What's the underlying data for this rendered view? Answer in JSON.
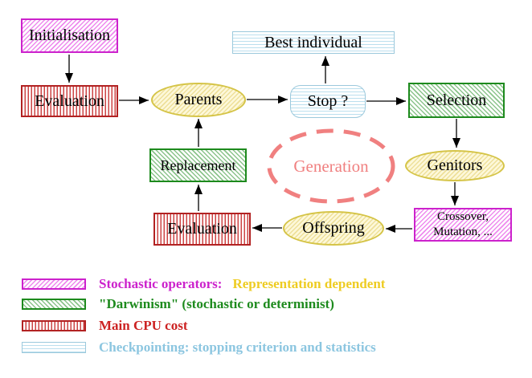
{
  "nodes": {
    "initialisation": {
      "label": "Initialisation"
    },
    "evaluation_top": {
      "label": "Evaluation"
    },
    "best_individual": {
      "label": "Best individual"
    },
    "parents": {
      "label": "Parents"
    },
    "stop": {
      "label": "Stop ?"
    },
    "selection": {
      "label": "Selection"
    },
    "replacement": {
      "label": "Replacement"
    },
    "generation": {
      "label": "Generation"
    },
    "genitors": {
      "label": "Genitors"
    },
    "crossover": {
      "lines": [
        "Crossover,",
        "Mutation, ..."
      ]
    },
    "offspring": {
      "label": "Offspring"
    },
    "evaluation_bottom": {
      "label": "Evaluation"
    }
  },
  "legend": {
    "items": [
      {
        "id": "stochastic",
        "label": "Stochastic operators:",
        "label2": "Representation dependent"
      },
      {
        "id": "darwinism",
        "label": "\"Darwinism\" (stochastic or determinist)"
      },
      {
        "id": "cpu",
        "label": "Main CPU cost"
      },
      {
        "id": "checkpoint",
        "label": "Checkpointing: stopping criterion and statistics"
      }
    ]
  },
  "colors": {
    "stochastic_magenta": "#cc22cc",
    "darwinism_green": "#1d8a1d",
    "cpu_red": "#b22222",
    "checkpoint_cyan": "#9cc9dc",
    "population_yellow": "#d5c447",
    "generation_salmon": "#f08080",
    "legend_yellow_text": "#eecc22",
    "arrow": "#000000"
  }
}
